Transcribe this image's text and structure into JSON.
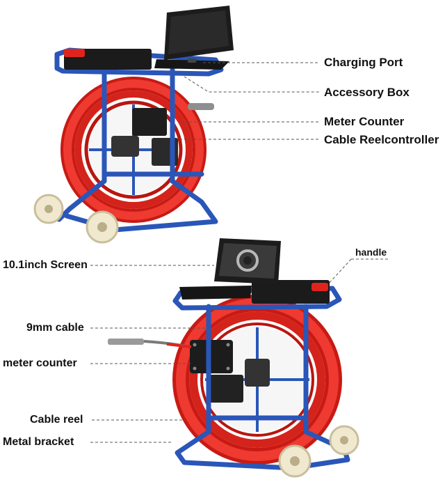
{
  "labels": {
    "charging_port": "Charging Port",
    "accessory_box": "Accessory Box",
    "meter_counter_top": "Meter Counter",
    "cable_reelcontroller": "Cable Reelcontroller",
    "screen": "10.1inch Screen",
    "handle": "handle",
    "cable_9mm": "9mm cable",
    "meter_counter_bottom": "meter counter",
    "cable_reel": "Cable reel",
    "metal_bracket": "Metal bracket"
  },
  "colors": {
    "frame_blue": "#2a56b8",
    "cable_red": "#e0241c",
    "device_black": "#1e1e1e",
    "wheel_cream": "#f1e9cf",
    "leader_line": "#555555"
  }
}
